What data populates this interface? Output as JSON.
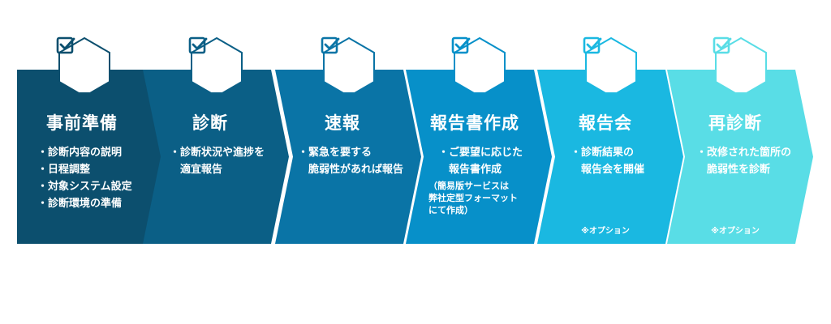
{
  "steps": [
    {
      "title": "事前準備",
      "color": "#0c4f6e",
      "icon": "checkbox-icon",
      "items": [
        "・診断内容の説明",
        "・日程調整",
        "・対象システム設定",
        "・診断環境の準備"
      ]
    },
    {
      "title": "診断",
      "color": "#0b5f86",
      "icon": "checkbox-icon",
      "items": [
        "・診断状況や進捗を",
        "　適宜報告"
      ]
    },
    {
      "title": "速報",
      "color": "#0a74a6",
      "icon": "checkbox-icon",
      "items": [
        "・緊急を要する",
        "　脆弱性があれば報告"
      ]
    },
    {
      "title": "報告書作成",
      "color": "#0790c9",
      "icon": "checkbox-icon",
      "items": [
        "・ご要望に応じた",
        "　報告書作成"
      ],
      "note": [
        "（簡易版サービスは",
        "弊社定型フォーマット",
        "にて作成）"
      ]
    },
    {
      "title": "報告会",
      "color": "#1ab8e1",
      "icon": "checkbox-icon",
      "items": [
        "・診断結果の",
        "　報告会を開催"
      ],
      "option": "※オプション"
    },
    {
      "title": "再診断",
      "color": "#59dde6",
      "icon": "checkbox-icon",
      "items": [
        "・改修された箇所の",
        "　脆弱性を診断"
      ],
      "option": "※オプション"
    }
  ]
}
